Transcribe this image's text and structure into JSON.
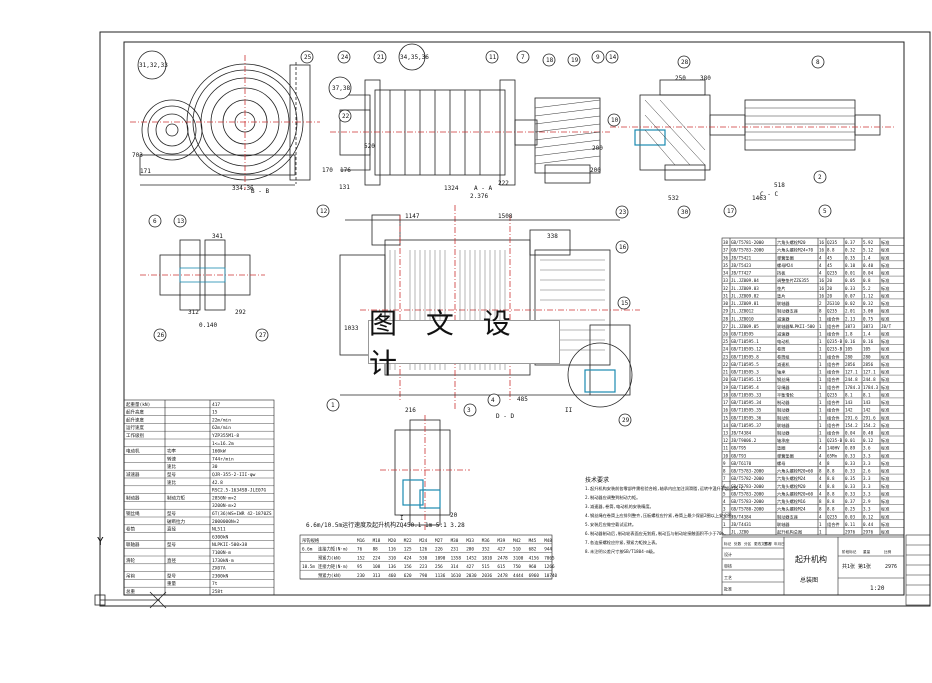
{
  "watermark": "图 文 设 计",
  "callouts": {
    "c31": "31,32,33",
    "c37": "37,38",
    "c34": "34,35,36",
    "c25": "25",
    "c24": "24",
    "c21": "21",
    "c11": "11",
    "c7": "7",
    "c18": "18",
    "c19": "19",
    "c9": "9",
    "c14": "14",
    "c10": "10",
    "c28": "28",
    "c8": "8",
    "c22": "22",
    "c2": "2",
    "c5": "5",
    "c17": "17",
    "c30": "30",
    "c23": "23",
    "c6": "6",
    "c13": "13",
    "c26": "26",
    "c27": "27",
    "c12": "12",
    "c1": "1",
    "c16": "16",
    "c15": "15",
    "c29": "29",
    "c3": "3",
    "c20": "20",
    "c4": "4"
  },
  "dims": {
    "d1147": "1147",
    "d1508": "1508",
    "d1033": "1033",
    "d1324": "1324",
    "d1463": "1463",
    "d334": "334.36",
    "d703": "703",
    "d171": "171",
    "d170": "170",
    "d176": "176",
    "d131": "131",
    "d520": "520",
    "d200": "200",
    "d485": "485",
    "d216": "216",
    "d20": "20",
    "d380": "380",
    "d250": "250",
    "d200b": "200",
    "d338": "338",
    "d518": "518",
    "d532": "532",
    "d222": "222",
    "d341": "341",
    "d312": "312",
    "d292": "292",
    "d0140": "0.140",
    "d2376": "2.376"
  },
  "views": {
    "viewBB": "B - B",
    "viewAA": "A - A",
    "viewCC": "C - C",
    "viewDD": "D - D",
    "viewI": "I",
    "viewII": "II",
    "ratioNote": "6.6m/10.5m运行速度及起升机构ZQ450.1 1m 5:1  3.28"
  },
  "left_table": [
    [
      "起重量(kN)",
      "417"
    ],
    [
      "起升高度",
      "15"
    ],
    [
      "起升速度",
      "22m/min"
    ],
    [
      "运行速度",
      "62m/min"
    ],
    [
      "工作级别",
      "YZP355M1-8"
    ],
    [
      "",
      "1<=16.2m"
    ],
    [
      "电动机",
      "功率",
      "160kW"
    ],
    [
      "",
      "转速",
      "744r/min"
    ],
    [
      "",
      "速比",
      "30"
    ],
    [
      "减速器",
      "型号",
      "QJR-355-2-III-φw"
    ],
    [
      "",
      "速比",
      "42.8"
    ],
    [
      "",
      "",
      "RSC2.5-1634SB-JLE07G"
    ],
    [
      "制动器",
      "制动力矩",
      "2850N·m×2"
    ],
    [
      "",
      "",
      "3200N·m×2"
    ],
    [
      "钢丝绳",
      "型号",
      "6T(36)WS+IWR  42-1870ZS"
    ],
    [
      "",
      "破断拉力",
      "2000000N×2"
    ],
    [
      "卷筒",
      "直径",
      "NL511"
    ],
    [
      "",
      "",
      "6300kN"
    ],
    [
      "联轴器",
      "型号",
      "NLPKII-500×38"
    ],
    [
      "",
      "",
      "7100N·m"
    ],
    [
      "滑轮",
      "直径",
      "1730kN·m"
    ],
    [
      "",
      "",
      "ZX07A"
    ],
    [
      "吊钩",
      "型号",
      "2300kN"
    ],
    [
      "",
      "重量",
      "7t"
    ],
    [
      "总重",
      "",
      "258t"
    ]
  ],
  "bottom_table": {
    "header": [
      "吊钩规格",
      "",
      "M16",
      "M18",
      "M20",
      "M22",
      "M24",
      "M27",
      "M30",
      "M33",
      "M36",
      "M39",
      "M42",
      "M45",
      "M48"
    ],
    "rows": [
      [
        "6.6m",
        "连接力矩(N·m)",
        "76",
        "88",
        "116",
        "125",
        "126",
        "226",
        "231",
        "280",
        "352",
        "427",
        "510",
        "682",
        "944"
      ],
      [
        "",
        "预紧力(kN)",
        "152",
        "224",
        "310",
        "424",
        "530",
        "1090",
        "1358",
        "1452",
        "1810",
        "2478",
        "3100",
        "4156",
        "7065"
      ],
      [
        "10.5m",
        "连接力矩(N·m)",
        "95",
        "108",
        "136",
        "156",
        "223",
        "256",
        "314",
        "427",
        "515",
        "615",
        "750",
        "960",
        "1266"
      ],
      [
        "",
        "预紧力(kN)",
        "230",
        "313",
        "460",
        "620",
        "790",
        "1136",
        "1610",
        "2030",
        "2036",
        "2478",
        "4444",
        "6960",
        "10740"
      ]
    ]
  },
  "parts_table": [
    [
      "38",
      "GB/T5781-2000",
      "六角头螺栓M20",
      "16",
      "Q235",
      "0.37",
      "5.92",
      "标准"
    ],
    [
      "37",
      "GB/T5783-2000",
      "六角头螺栓M24×70",
      "16",
      "8.8",
      "0.32",
      "5.12",
      "标准"
    ],
    [
      "36",
      "JB/T5421",
      "弹簧垫圈",
      "4",
      "45",
      "0.35",
      "1.4",
      "标准"
    ],
    [
      "35",
      "JB/T5423",
      "螺母M24",
      "4",
      "45",
      "0.10",
      "0.40",
      "标准"
    ],
    [
      "34",
      "JB/T7427",
      "挡板",
      "4",
      "Q235",
      "0.01",
      "0.04",
      "标准"
    ],
    [
      "33",
      "JL.JZ009.04",
      "调整垫片ZZG355",
      "16",
      "20",
      "0.05",
      "0.8",
      "标准"
    ],
    [
      "32",
      "JL.JZ009.03",
      "垫片",
      "16",
      "20",
      "0.33",
      "5.2",
      "标准"
    ],
    [
      "31",
      "JL.JZ009.02",
      "垫片",
      "16",
      "20",
      "0.07",
      "1.12",
      "标准"
    ],
    [
      "30",
      "JL.JZ009.01",
      "联轴器",
      "2",
      "ZG310",
      "0.02",
      "0.32",
      "标准"
    ],
    [
      "29",
      "JL.JZ0012",
      "制动器支座",
      "8",
      "Q235",
      "2.01",
      "3.00",
      "标准"
    ],
    [
      "28",
      "JL.JZ0010",
      "减速器",
      "1",
      "组合件",
      "2.13",
      "0.75",
      "标准"
    ],
    [
      "27",
      "JL.JZ009.05",
      "联轴器NLPKII-500",
      "1",
      "组合件",
      "3873",
      "3873",
      "JB/T"
    ],
    [
      "26",
      "GB/T10595",
      "减速器",
      "1",
      "组合件",
      "1.8",
      "1.4",
      "标准"
    ],
    [
      "25",
      "GB/T10595.1",
      "电动机",
      "1",
      "Q235-B",
      "0.16",
      "0.16",
      "标准"
    ],
    [
      "24",
      "GB/T10595.12",
      "卷筒",
      "1",
      "Q235-B",
      "105",
      "105",
      "标准"
    ],
    [
      "23",
      "GB/T10595.8",
      "卷筒组",
      "1",
      "组合件",
      "280",
      "280",
      "标准"
    ],
    [
      "22",
      "GB/T10595.5",
      "减速机",
      "1",
      "组合件",
      "2856",
      "2856",
      "标准"
    ],
    [
      "21",
      "GB/T10595.3",
      "轴承",
      "1",
      "组合件",
      "127.1",
      "127.1",
      "标准"
    ],
    [
      "20",
      "GB/T10595.15",
      "钢丝绳",
      "1",
      "组合件",
      "244.8",
      "244.8",
      "标准"
    ],
    [
      "19",
      "GB/T10595.4",
      "导绳器",
      "1",
      "组合件",
      "1784.3",
      "1784.3",
      "标准"
    ],
    [
      "18",
      "GB/T10595.33",
      "平衡滑轮",
      "1",
      "Q235",
      "8.1",
      "8.1",
      "标准"
    ],
    [
      "17",
      "GB/T10595.34",
      "制动器",
      "1",
      "组合件",
      "143",
      "143",
      "标准"
    ],
    [
      "16",
      "GB/T10595.35",
      "制动器",
      "1",
      "组合件",
      "142",
      "142",
      "标准"
    ],
    [
      "15",
      "GB/T10595.36",
      "制动轮",
      "1",
      "组合件",
      "291.6",
      "291.6",
      "标准"
    ],
    [
      "14",
      "GB/T10595.37",
      "联轴器",
      "1",
      "组合件",
      "154.2",
      "154.2",
      "标准"
    ],
    [
      "13",
      "JB/T4384",
      "制动器",
      "1",
      "组合件",
      "0.04",
      "0.40",
      "标准"
    ],
    [
      "12",
      "JB/T9006.2",
      "轴承座",
      "1",
      "Q235-B",
      "0.01",
      "0.12",
      "标准"
    ],
    [
      "11",
      "GB/T95",
      "垫圈",
      "4",
      "140HV",
      "0.89",
      "3.6",
      "标准"
    ],
    [
      "10",
      "GB/T93",
      "弹簧垫圈",
      "4",
      "65Mn",
      "0.33",
      "3.3",
      "标准"
    ],
    [
      "9",
      "GB/T6170",
      "螺母",
      "4",
      "8",
      "0.33",
      "3.3",
      "标准"
    ],
    [
      "8",
      "GB/T5783-2000",
      "六角头螺栓M20×60",
      "8",
      "8.8",
      "0.33",
      "2.6",
      "标准"
    ],
    [
      "7",
      "GB/T5782-2000",
      "六角头螺栓M24",
      "4",
      "8.8",
      "0.35",
      "3.3",
      "标准"
    ],
    [
      "6",
      "GB/T5783-2000",
      "六角头螺栓M20",
      "4",
      "8.8",
      "0.33",
      "3.3",
      "标准"
    ],
    [
      "5",
      "GB/T5783-2000",
      "六角头螺栓M20×60",
      "4",
      "8.8",
      "0.33",
      "3.3",
      "标准"
    ],
    [
      "4",
      "GB/T5783-2000",
      "六角头螺栓M16",
      "8",
      "8.8",
      "0.37",
      "2.9",
      "标准"
    ],
    [
      "3",
      "GB/T5780-2000",
      "六角头螺栓M24",
      "8",
      "8.8",
      "0.25",
      "3.3",
      "标准"
    ],
    [
      "2",
      "JB/T4384",
      "制动器支座",
      "4",
      "Q235",
      "0.03",
      "0.12",
      "标准"
    ],
    [
      "1",
      "JB/T4431",
      "联轴器",
      "1",
      "组合件",
      "0.11",
      "0.44",
      "标准"
    ],
    [
      "",
      "JL.JZ00",
      "起升机构总图",
      "1",
      "",
      "2976",
      "2976",
      "标准"
    ]
  ],
  "notes_title": "技术要求",
  "notes": [
    "1.起升机构安装前各零部件需检验合格,轴承内应加注润滑脂,运转中温升不超过35°C。",
    "2.制动器应调整到制动力矩。",
    "3.减速器,卷筒,电动机的安装精度。",
    "4.钢丝绳在卷筒上应排列整齐,压板螺栓应拧紧,卷筒上最少保留2圈以上安全圈。",
    "5.安装后应做空载试运转。",
    "6.制动器制动后,制动轮表面应无划痕,制动瓦与制动轮接触面积不小于70%。",
    "7.各连接螺栓应拧紧,预紧力矩按上表。",
    "8.未注明公差尺寸按GB/T1804-m级。"
  ],
  "title_block": {
    "name": "起升机构",
    "sub": "总装图",
    "scale": "1:20",
    "sheet": "共1张  第1张",
    "mass": "2976",
    "headers": [
      "标记",
      "处数",
      "分区",
      "更改文件号",
      "签名",
      "年月日"
    ],
    "roles": [
      "设计",
      "审核",
      "工艺",
      "批准"
    ],
    "right_labels": [
      "阶段标记",
      "重量",
      "比例"
    ]
  },
  "side_strip": [
    "代号",
    "",
    "",
    "",
    "",
    "",
    ""
  ],
  "axis": {
    "y": "Y",
    "x": "X"
  }
}
